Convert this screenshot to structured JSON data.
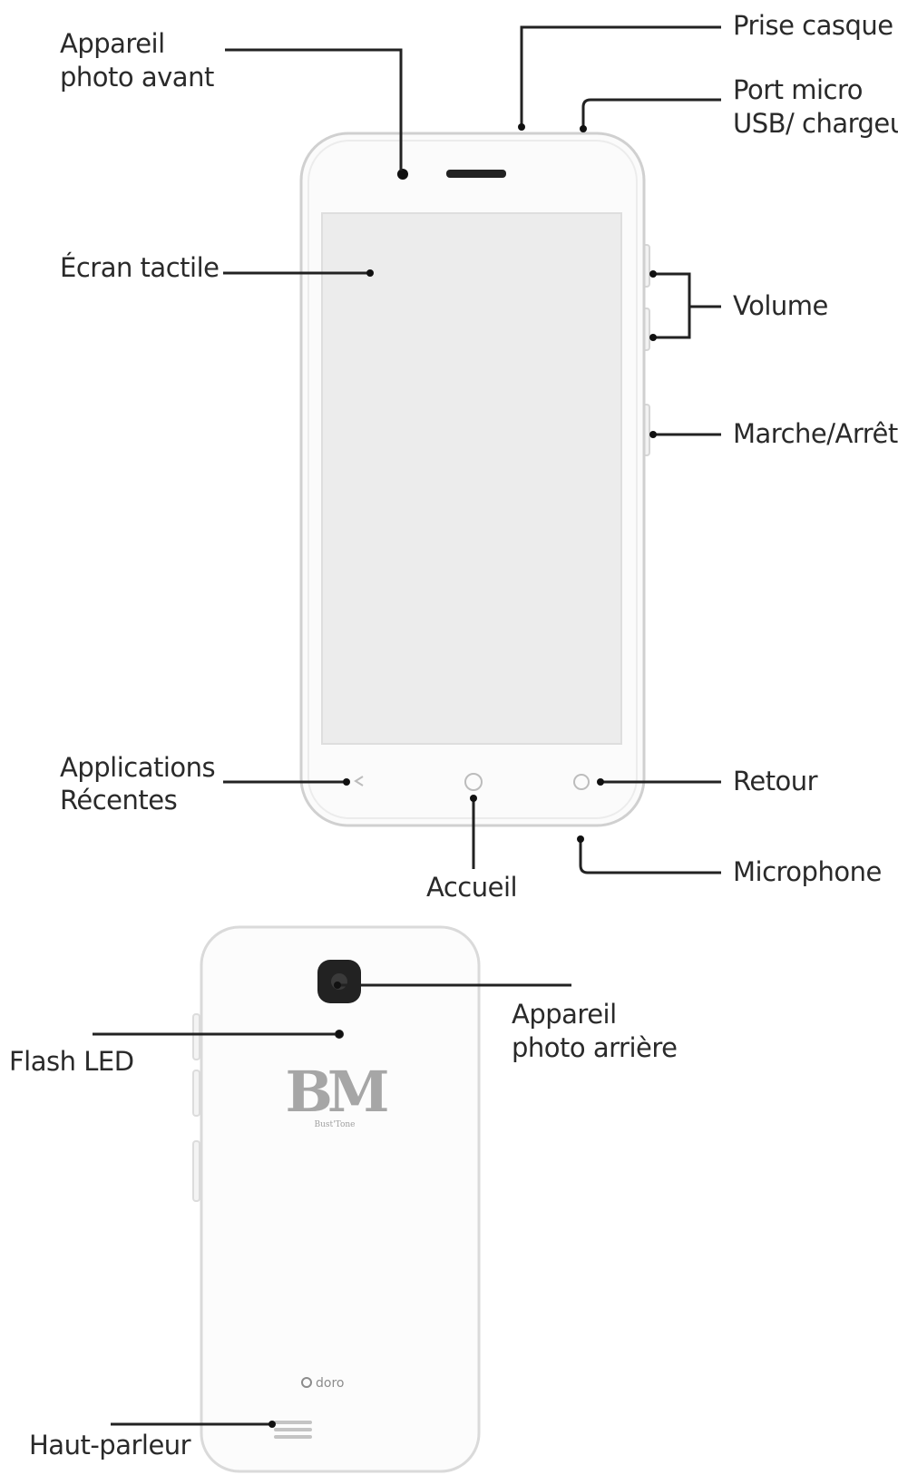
{
  "front_labels": {
    "front_camera": [
      "Appareil",
      "photo avant"
    ],
    "headphone_jack": "Prise casque",
    "usb_port": [
      "Port micro",
      "USB/ chargeur"
    ],
    "touchscreen": "Écran tactile",
    "volume": "Volume",
    "power": "Marche/Arrêt",
    "recent_apps": [
      "Applications",
      "Récentes"
    ],
    "back": "Retour",
    "home": "Accueil",
    "microphone": "Microphone"
  },
  "back_labels": {
    "rear_camera": [
      "Appareil",
      "photo arrière"
    ],
    "flash": "Flash LED",
    "speaker": "Haut-parleur"
  },
  "branding": {
    "logo": "BM",
    "logo_sub": "Bust'Tone",
    "maker": "doro"
  },
  "colors": {
    "text": "#2a2a2a",
    "leader": "#222222",
    "outline": "#d8d8d8",
    "screen": "#ececec",
    "camera": "#222222"
  }
}
